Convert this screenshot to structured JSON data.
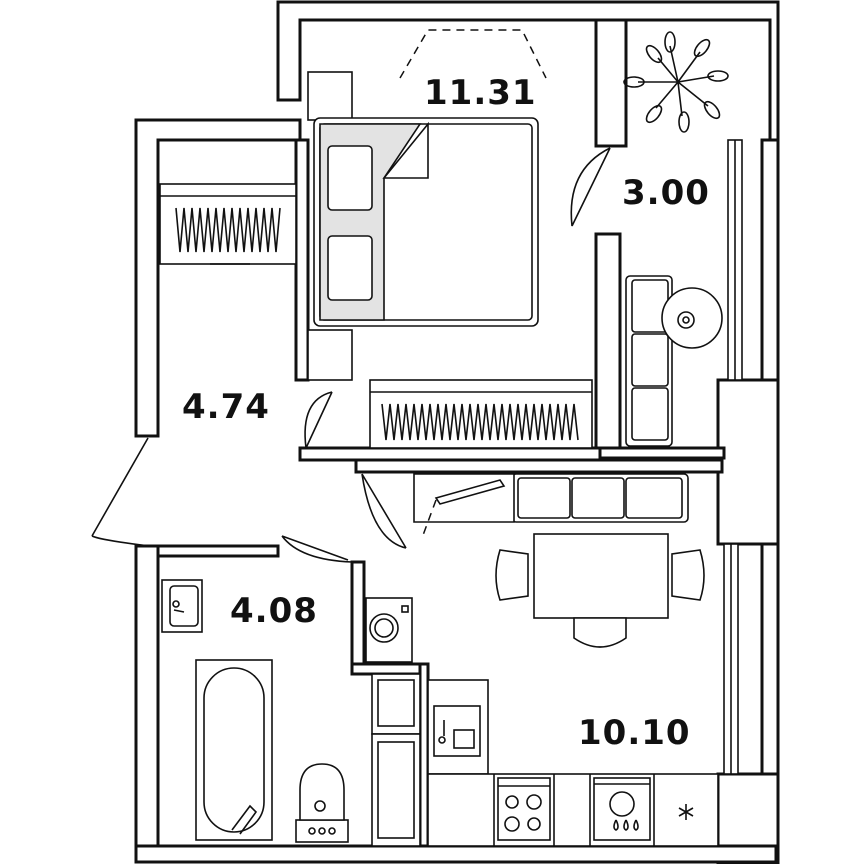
{
  "rooms": [
    {
      "id": "bedroom",
      "area": "11.31"
    },
    {
      "id": "loggia",
      "area": "3.00"
    },
    {
      "id": "hall",
      "area": "4.74"
    },
    {
      "id": "bathroom",
      "area": "4.08"
    },
    {
      "id": "kitchen",
      "area": "10.10"
    }
  ],
  "colors": {
    "line": "#111111",
    "bed_cover": "#e3e3e3",
    "background": "#ffffff"
  }
}
